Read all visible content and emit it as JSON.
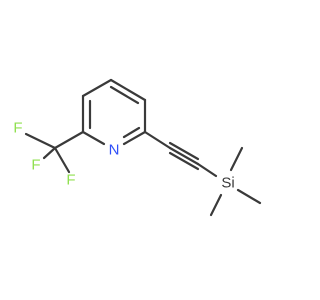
{
  "colors": {
    "bond": "#3a3a3a",
    "nitrogen": "#3050f8",
    "fluorine": "#90e050",
    "silicon": "#3a3a3a"
  },
  "atoms": {
    "nitrogen": "N",
    "fluorine_1": "F",
    "fluorine_2": "F",
    "fluorine_3": "F",
    "silicon": "Si"
  }
}
